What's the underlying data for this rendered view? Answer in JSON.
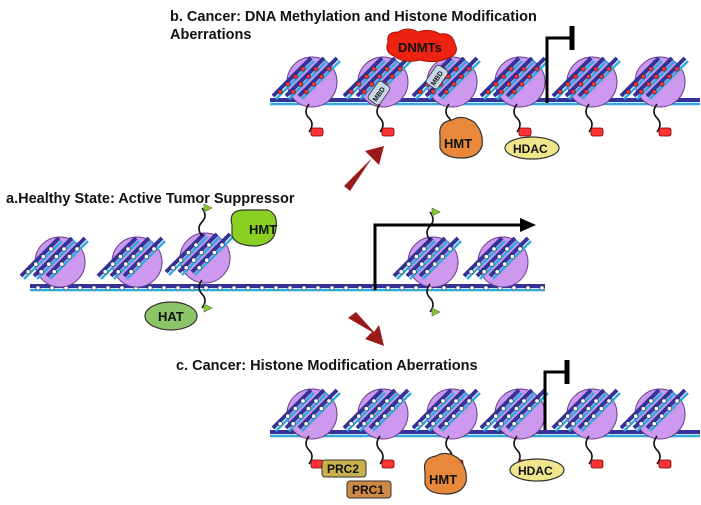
{
  "panels": {
    "a": {
      "title": "a.Healthy State: Active Tumor Suppressor"
    },
    "b": {
      "title_line1": "b. Cancer: DNA Methylation and Histone Modification",
      "title_line2": "Aberrations"
    },
    "c": {
      "title": "c. Cancer: Histone Modification Aberrations"
    }
  },
  "labels": {
    "hmt": "HMT",
    "hat": "HAT",
    "hdac": "HDAC",
    "dnmts": "DNMTs",
    "mbd": "MBD",
    "prc1": "PRC1",
    "prc2": "PRC2"
  },
  "colors": {
    "histone": "#cc99ee",
    "dna_light": "#33aadd",
    "dna_dark": "#333399",
    "methyl_mark": "#ff3333",
    "acetyl_mark": "#88cc22",
    "arrow": "#9a1a1a",
    "hmt_green": "#8ad020",
    "hmt_orange": "#e8883a",
    "hat": "#8cc46a",
    "hdac": "#f0e68c",
    "dnmts": "#ee2211",
    "prc2": "#c8b04a",
    "prc1": "#cc8844"
  }
}
